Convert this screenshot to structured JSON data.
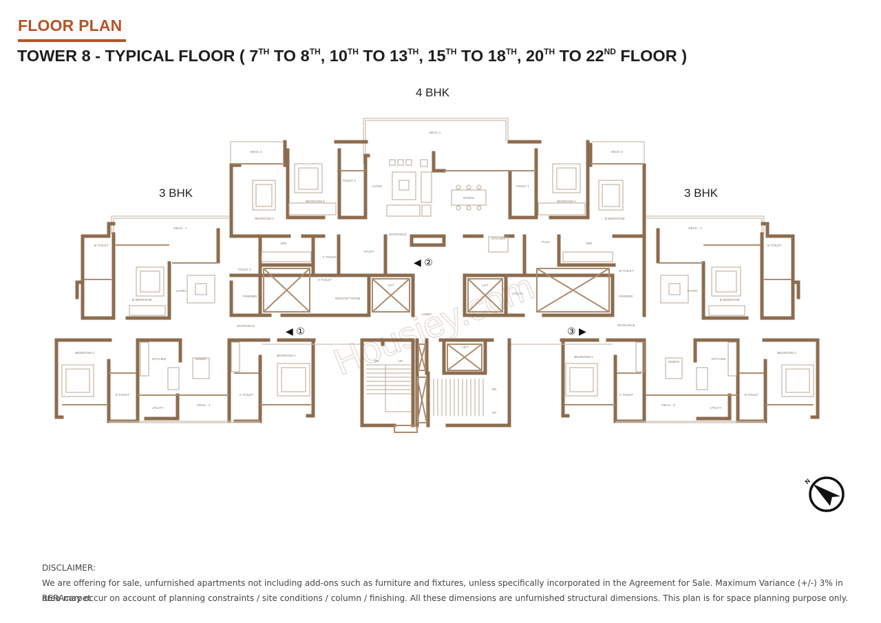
{
  "header": {
    "title": "FLOOR PLAN",
    "accent_color": "#b5532a",
    "subtitle_parts": [
      {
        "text": "TOWER 8 - TYPICAL FLOOR ( 7",
        "sup": "TH"
      },
      {
        "text": " TO 8",
        "sup": "TH"
      },
      {
        "text": ", 10",
        "sup": "TH"
      },
      {
        "text": " TO 13",
        "sup": "TH"
      },
      {
        "text": ", 15",
        "sup": "TH"
      },
      {
        "text": " TO 18",
        "sup": "TH"
      },
      {
        "text": ", 20",
        "sup": "TH"
      },
      {
        "text": " TO 22",
        "sup": "ND"
      },
      {
        "text": " FLOOR )",
        "sup": ""
      }
    ]
  },
  "units": {
    "center": {
      "label": "4 BHK"
    },
    "left": {
      "label": "3 BHK"
    },
    "right": {
      "label": "3 BHK"
    }
  },
  "entries": {
    "e1": "◀ ①",
    "e2": "◀ ②",
    "e3": "③ ▶"
  },
  "rooms": {
    "four_bhk": {
      "deck1": "DECK 1",
      "deck2": "DECK 2",
      "deck3": "DECK 3",
      "bedroom3": "BEDROOM 3",
      "bedroom2": "BEDROOM 2",
      "bedroom1": "BEDROOM 1",
      "masterbedroom": "M BEDROOM",
      "toilet2": "TOILET 2",
      "toilet1": "TOILET 1",
      "toilet3": "TOILET 3",
      "living": "LIVING",
      "dining": "DINING",
      "wir_left": "WIR",
      "wir_right": "WIR",
      "kitchen": "KITCHEN",
      "study": "STUDY",
      "servant_room": "SERVANT ROOM",
      "ctoilet": "C TOILET",
      "stoilet": "S TOILET",
      "mtoilet": "M TOILET",
      "puja": "PUJA",
      "powder_left": "POWDER",
      "powder_right": "POWDER",
      "utility": "UTILITY",
      "lobby": "LOBBY",
      "lift1": "LIFT",
      "lift2": "LIFT",
      "entrance": "ENTRANCE"
    },
    "three_bhk_left": {
      "deck1": "DECK - 1",
      "deck2": "DECK - 2",
      "mtoilet": "M TOILET",
      "mbedroom": "M BEDROOM",
      "living": "LIVING",
      "bedroom2": "BEDROOM 2",
      "bedroom1": "BEDROOM 1",
      "btoilet": "B TOILET",
      "ctoilet": "C TOILET",
      "kitchen": "KITCHEN",
      "dining": "DINING",
      "utility": "UTILITY",
      "entrance": "ENTRANCE"
    },
    "three_bhk_right": {
      "deck1": "DECK - 1",
      "deck2": "DECK - 2",
      "mtoilet": "M TOILET",
      "mbedroom": "M BEDROOM",
      "living": "LIVING",
      "bedroom2": "BEDROOM 2",
      "bedroom1": "BEDROOM 1",
      "btoilet": "B TOILET",
      "ctoilet": "C TOILET",
      "kitchen": "KITCHEN",
      "dining": "DINING",
      "utility": "UTILITY",
      "entrance": "ENTRANCE"
    },
    "core": {
      "lift": "LIFT",
      "stair_dn": "DN",
      "stair_up": "UP",
      "stair2_dn": "DN",
      "stair2_up": "UP"
    }
  },
  "watermark": "Housiey.com",
  "compass": {
    "north_label": "N"
  },
  "disclaimer": {
    "heading": "DISCLAIMER:",
    "line1": "We are offering for sale, unfurnished apartments not including add-ons such as furniture and fixtures, unless specifically incorporated in the Agreement for Sale. Maximum Variance (+/-) 3% in RERAcarpet",
    "line2": "area may occur on account of planning constraints / site conditions / column / finishing. All these dimensions are unfurnished structural dimensions. This plan is for space planning purpose only."
  },
  "colors": {
    "wall": "#8c6c4f",
    "accent": "#b5532a"
  }
}
